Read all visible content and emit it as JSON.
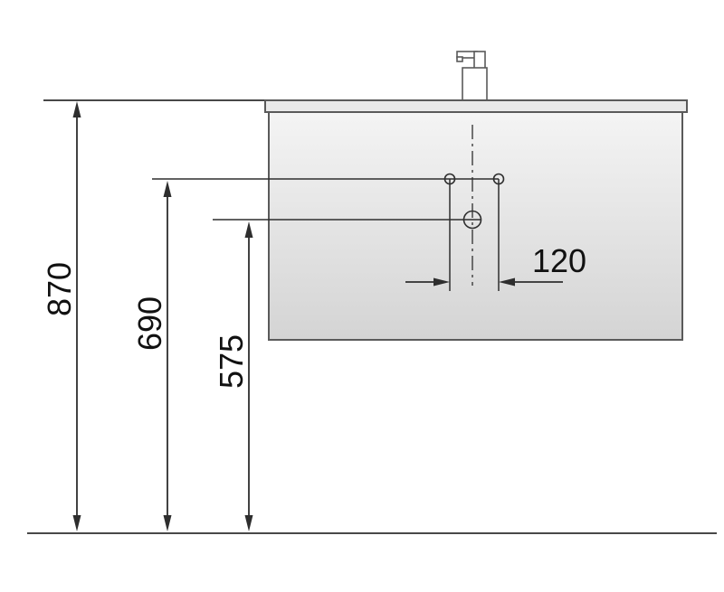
{
  "diagram": {
    "kind": "washbasin-vanity-dimension-drawing",
    "labels": {
      "dim_870": "870",
      "dim_690": "690",
      "dim_575": "575",
      "dim_120": "120"
    },
    "colors": {
      "page_bg": "#ffffff",
      "line": "#2e2e2e",
      "dimension_text": "#111111",
      "cabinet_stroke": "#5a5a5a",
      "cabinet_fill_top": "#f4f4f4",
      "cabinet_fill_bottom": "#d4d4d4",
      "top_strip_fill": "#e9e9e9"
    }
  }
}
